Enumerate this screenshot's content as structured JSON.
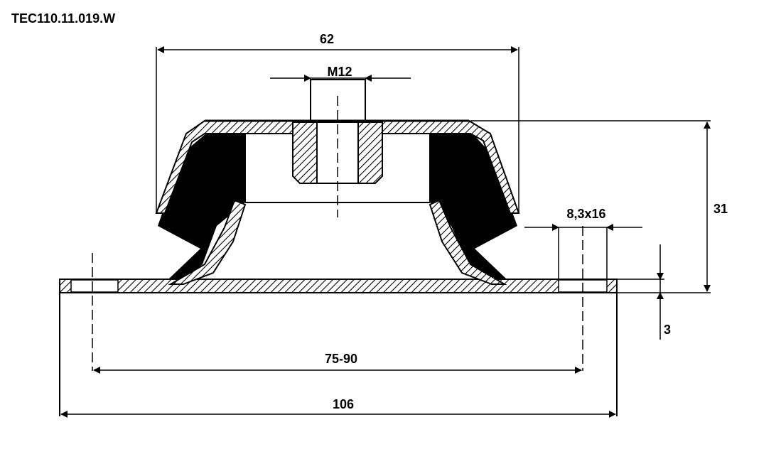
{
  "part_code": "TEC110.11.019.W",
  "dimensions": {
    "top_width": "62",
    "thread": "M12",
    "height": "31",
    "slot": "8,3x16",
    "plate_thickness": "3",
    "hole_spacing": "75-90",
    "base_width": "106"
  },
  "colors": {
    "line": "#000000",
    "background": "#ffffff"
  }
}
